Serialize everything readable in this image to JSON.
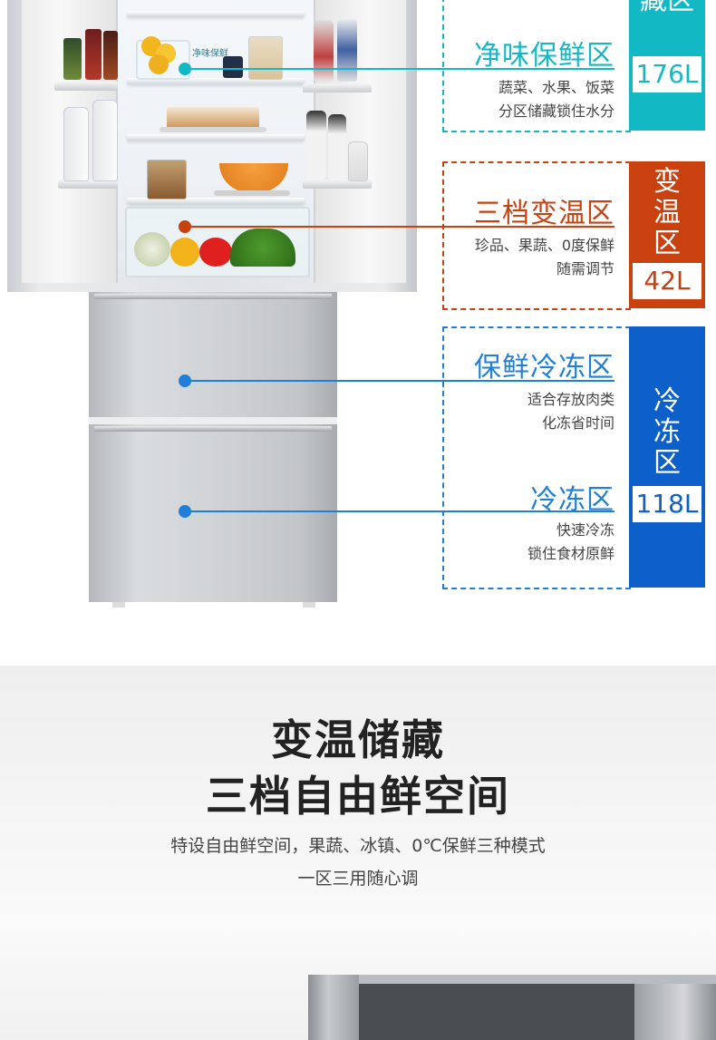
{
  "zones": {
    "top_partial_label": "藏区",
    "fresh": {
      "title": "净味保鲜区",
      "desc_line1": "蔬菜、水果、饭菜",
      "desc_line2": "分区储藏锁住水分",
      "capacity": "176L",
      "color": "#12b9c4"
    },
    "variable": {
      "title": "三档变温区",
      "desc_line1": "珍品、果蔬、0度保鲜",
      "desc_line2": "随需调节",
      "vertical_label": [
        "变",
        "温",
        "区"
      ],
      "capacity": "42L",
      "color": "#c8410f"
    },
    "soft_freeze": {
      "title": "保鲜冷冻区",
      "desc_line1": "适合存放肉类",
      "desc_line2": "化冻省时间",
      "color": "#1f7fd9"
    },
    "freeze": {
      "title": "冷冻区",
      "desc_line1": "快速冷冻",
      "desc_line2": "锁住食材原鲜",
      "vertical_label": [
        "冷",
        "冻",
        "区"
      ],
      "capacity": "118L",
      "color": "#0d5fc9"
    }
  },
  "fridge": {
    "drawer_label": "净味保鲜"
  },
  "feature": {
    "heading_line1": "变温储藏",
    "heading_line2": "三档自由鲜空间",
    "subtitle_line1": "特设自由鲜空间，果蔬、冰镇、0℃保鲜三种模式",
    "subtitle_line2": "一区三用随心调"
  }
}
